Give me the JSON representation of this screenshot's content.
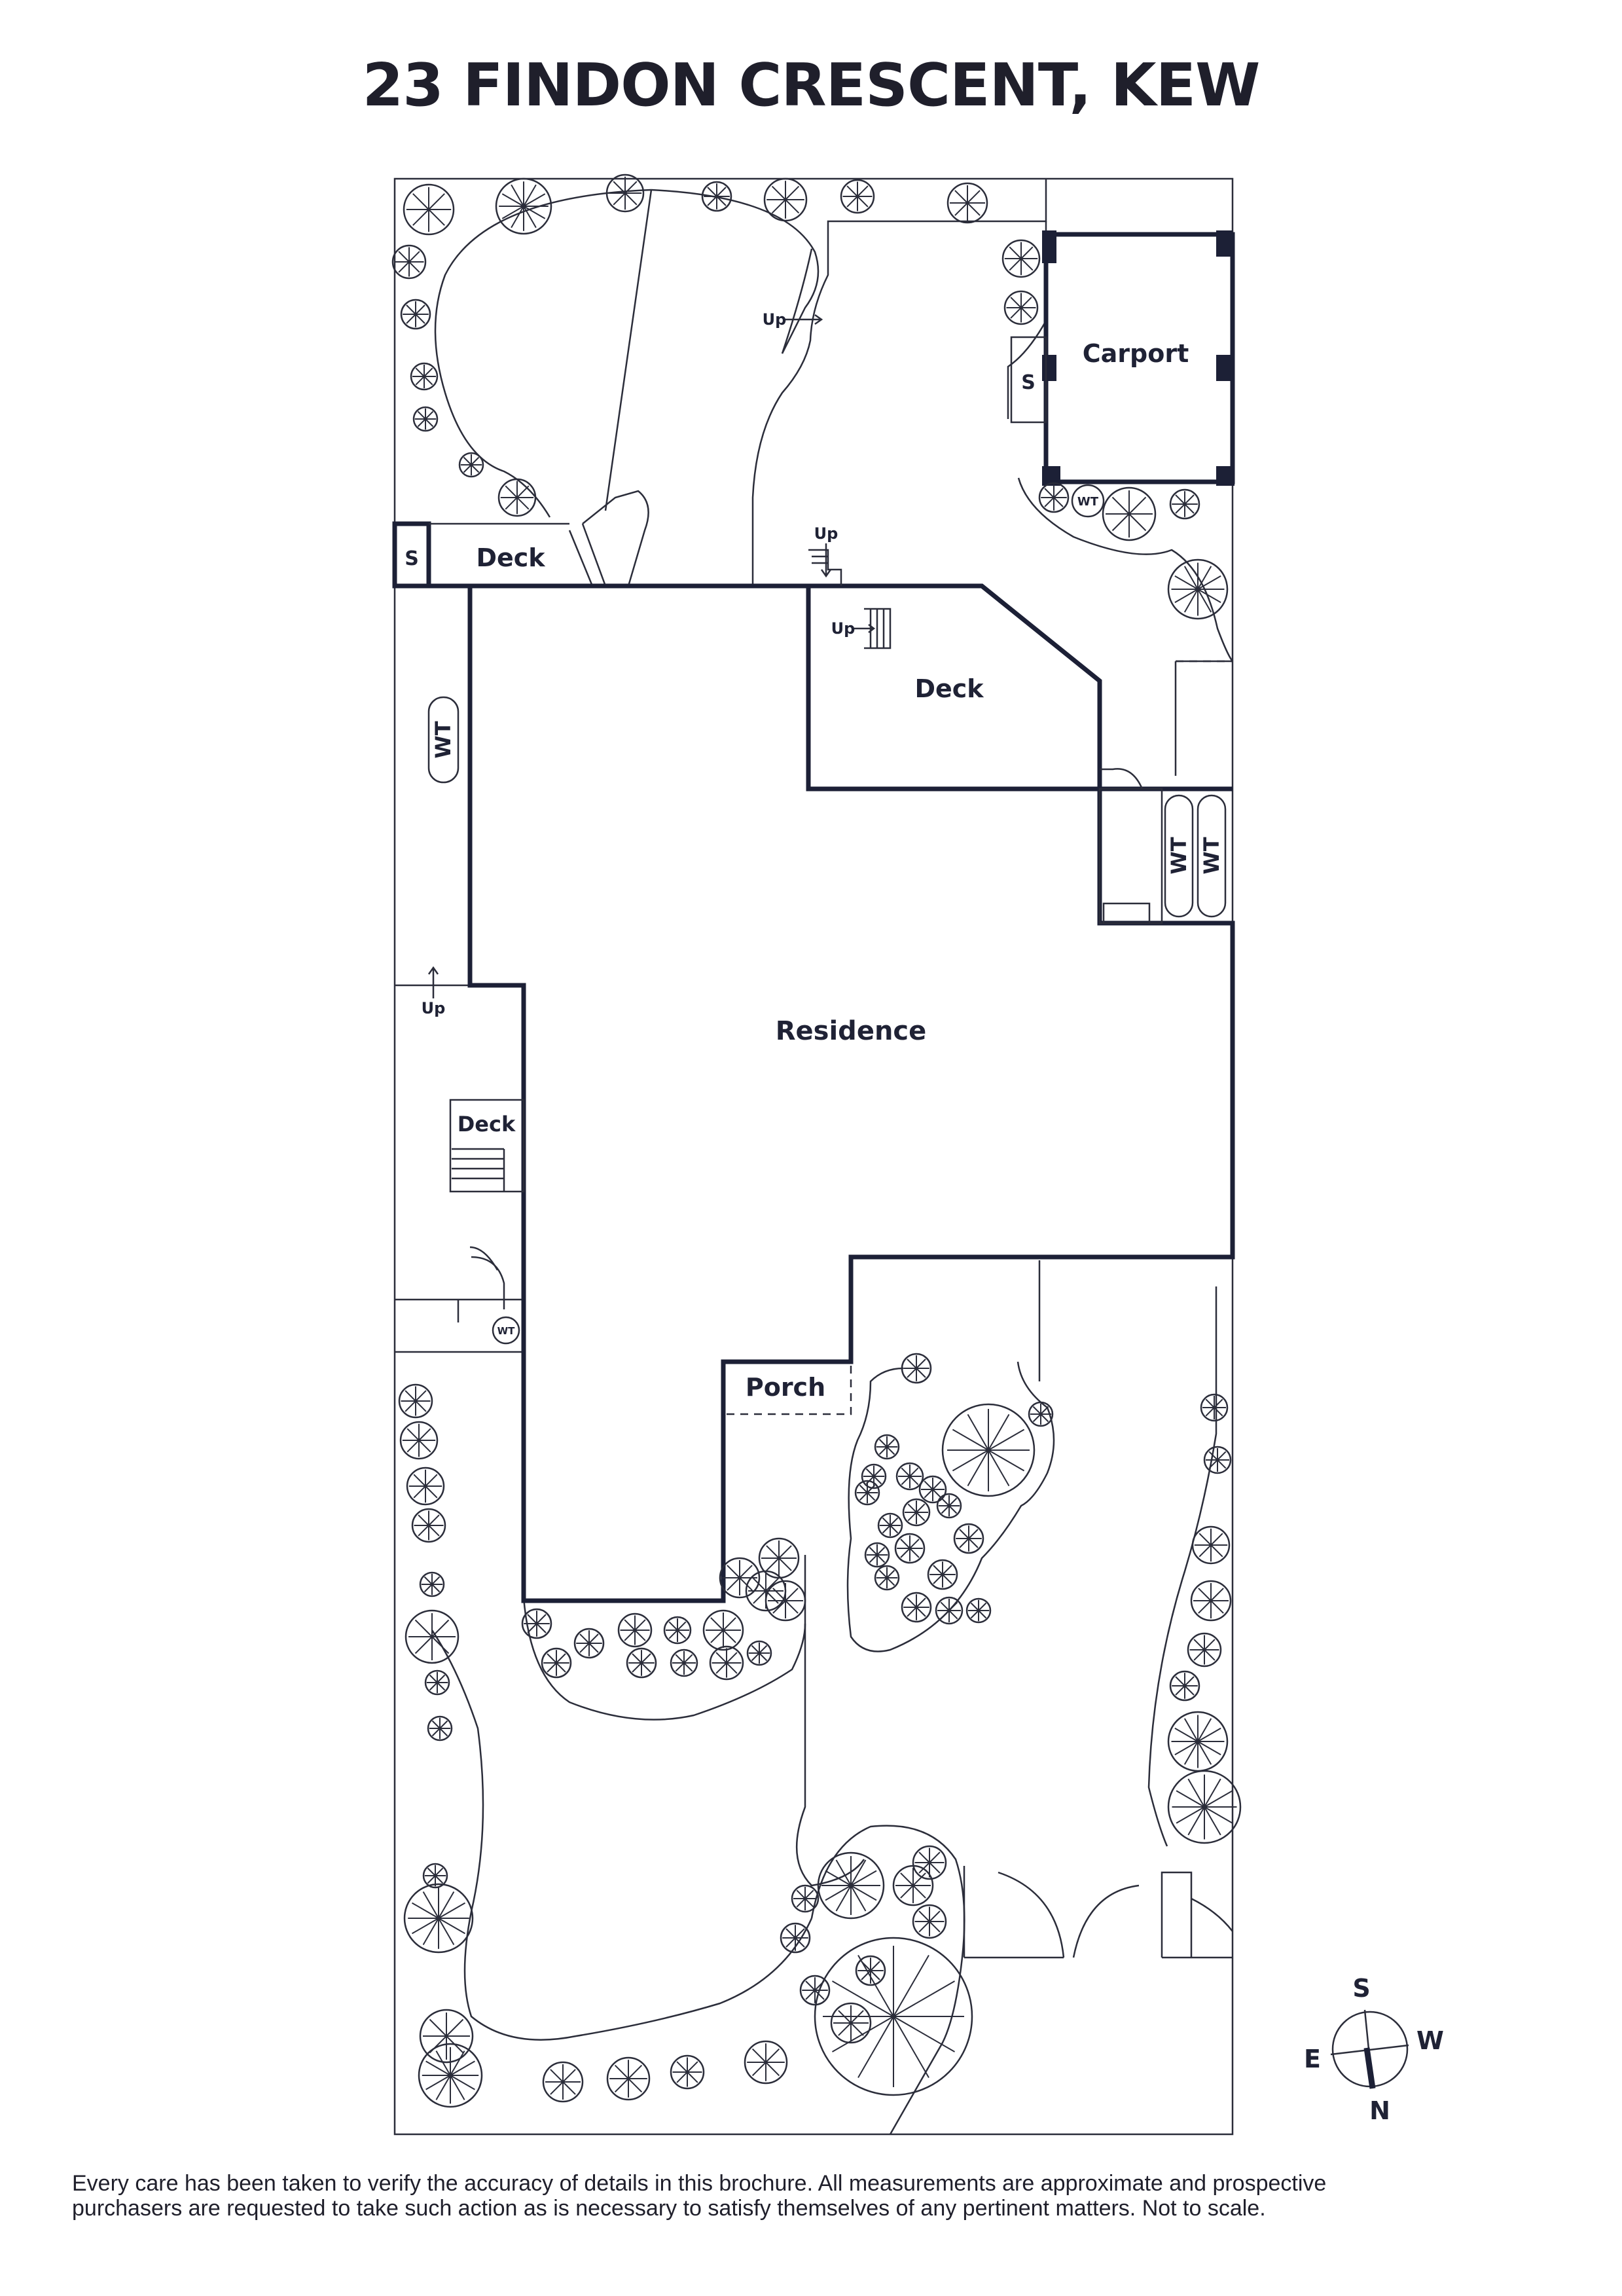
{
  "title": "23 FINDON CRESCENT, KEW",
  "rooms": {
    "carport": "Carport",
    "shed_top": "S",
    "shed_left": "S",
    "deck_top": "Deck",
    "deck_rear": "Deck",
    "deck_side": "Deck",
    "residence": "Residence",
    "porch": "Porch"
  },
  "fixtures": {
    "water_tank_side": "WT",
    "water_tank_a": "WT",
    "water_tank_b": "WT",
    "water_tank_small_top": "WT",
    "water_tank_small_side": "WT"
  },
  "stairs": {
    "up_garden": "Up",
    "up_deck_top": "Up",
    "up_deck_inner": "Up",
    "up_side": "Up"
  },
  "compass": {
    "north": "N",
    "south": "S",
    "east": "E",
    "west": "W"
  },
  "disclaimer": {
    "line1": "Every care has been taken to verify the accuracy of details in this brochure. All measurements are approximate and prospective",
    "line2": "purchasers are requested to take such action as is necessary to satisfy themselves of any pertinent matters. Not to scale."
  },
  "colors": {
    "ink": "#1c2036",
    "background": "#ffffff"
  }
}
